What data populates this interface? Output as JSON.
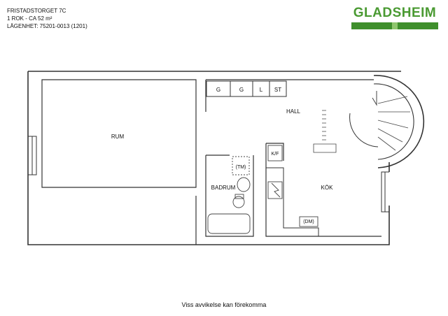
{
  "header": {
    "address": "FRISTADSTORGET 7C",
    "size": "1 ROK - CA 52 m²",
    "apartment": "LÄGENHET:  75201-0013 (1201)"
  },
  "logo": {
    "text": "GLADSHEIM",
    "colors": {
      "text": "#4a9a32",
      "bar": "#3f8f2c",
      "bar_light": "#8fc66e"
    }
  },
  "rooms": {
    "rum": "RUM",
    "hall": "HALL",
    "badrum": "BADRUM",
    "kok": "KÖK"
  },
  "fixtures": {
    "closet_1": "G",
    "closet_2": "G",
    "closet_3": "L",
    "closet_4": "ST",
    "fridge": "K/F",
    "washer": "(TM)",
    "dishwasher": "(DM)"
  },
  "footer": {
    "disclaimer": "Viss avvikelse kan förekomma"
  }
}
